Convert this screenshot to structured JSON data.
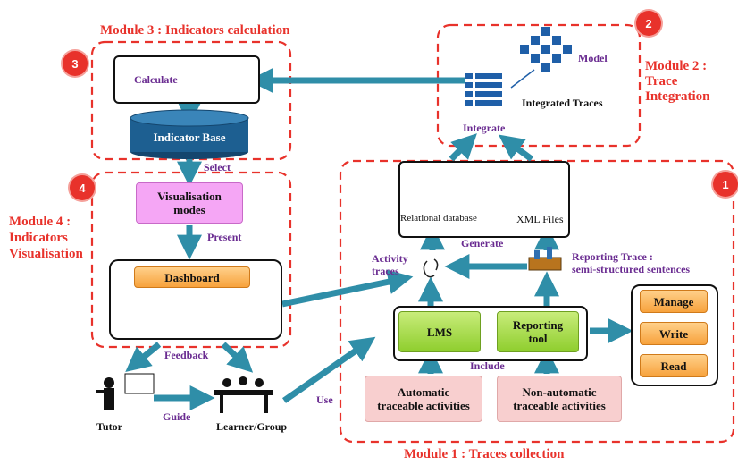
{
  "modules": {
    "m1": {
      "title": "Module 1 : Traces collection",
      "badge": "1"
    },
    "m2": {
      "title_line1": "Module 2 :",
      "title_line2": "Trace",
      "title_line3": "Integration",
      "badge": "2"
    },
    "m3": {
      "title": "Module 3 : Indicators calculation",
      "badge": "3"
    },
    "m4": {
      "title_line1": "Module 4 :",
      "title_line2": "Indicators",
      "title_line3": "Visualisation",
      "badge": "4"
    }
  },
  "nodes": {
    "calculate": "Calculate",
    "indicator_base": "Indicator Base",
    "model": "Model",
    "integrated_traces": "Integrated Traces",
    "integrate": "Integrate",
    "relational_db": "Relational database",
    "xml_files": "XML Files",
    "xml_icon_text": "XML",
    "generate": "Generate",
    "activity_traces_line1": "Activity",
    "activity_traces_line2": "traces",
    "reporting_trace_line1": "Reporting Trace :",
    "reporting_trace_line2": "semi-structured sentences",
    "lms": "LMS",
    "reporting_tool_line1": "Reporting",
    "reporting_tool_line2": "tool",
    "include": "Include",
    "automatic_line1": "Automatic",
    "automatic_line2": "traceable activities",
    "non_automatic_line1": "Non-automatic",
    "non_automatic_line2": "traceable activities",
    "manage": "Manage",
    "write": "Write",
    "read": "Read",
    "select": "Select",
    "visualisation_modes_line1": "Visualisation",
    "visualisation_modes_line2": "modes",
    "present": "Present",
    "dashboard": "Dashboard",
    "feedback": "Feedback",
    "guide": "Guide",
    "use": "Use",
    "tutor": "Tutor",
    "learner_group": "Learner/Group"
  },
  "colors": {
    "module_border": "#e8322b",
    "arrow": "#2f8ea8",
    "label": "#6a2c91"
  }
}
